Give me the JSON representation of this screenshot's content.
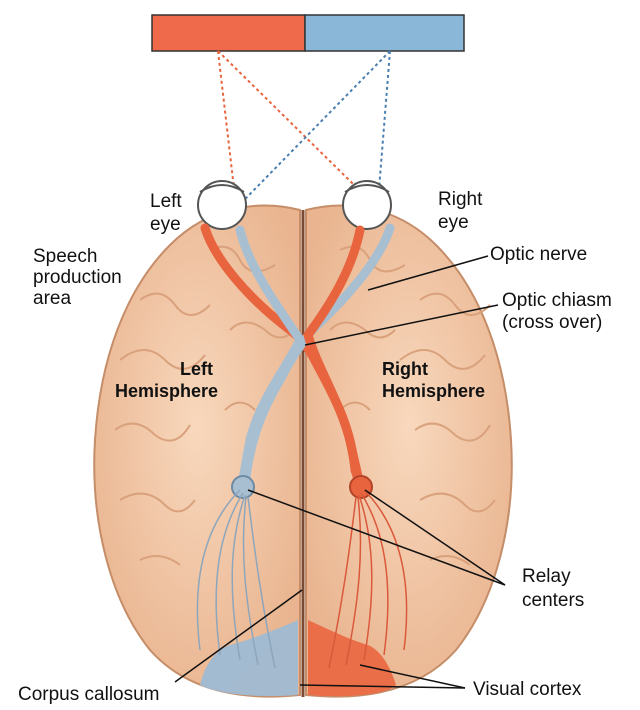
{
  "visual_field": {
    "left_color": "#ef6a4a",
    "right_color": "#8ab7d8"
  },
  "colors": {
    "brain": "#f3c9a8",
    "nerve_left": "#a8bfd2",
    "nerve_right": "#e8643f"
  },
  "labels": {
    "left_eye": [
      "Left",
      "eye"
    ],
    "right_eye": [
      "Right",
      "eye"
    ],
    "speech_area": [
      "Speech",
      "production",
      "area"
    ],
    "optic_nerve": "Optic nerve",
    "optic_chiasm": [
      "Optic chiasm",
      "(cross over)"
    ],
    "left_hemisphere": [
      "Left",
      "Hemisphere"
    ],
    "right_hemisphere": [
      "Right",
      "Hemisphere"
    ],
    "relay_centers": [
      "Relay",
      "centers"
    ],
    "corpus_callosum": "Corpus callosum",
    "visual_cortex": "Visual cortex"
  }
}
